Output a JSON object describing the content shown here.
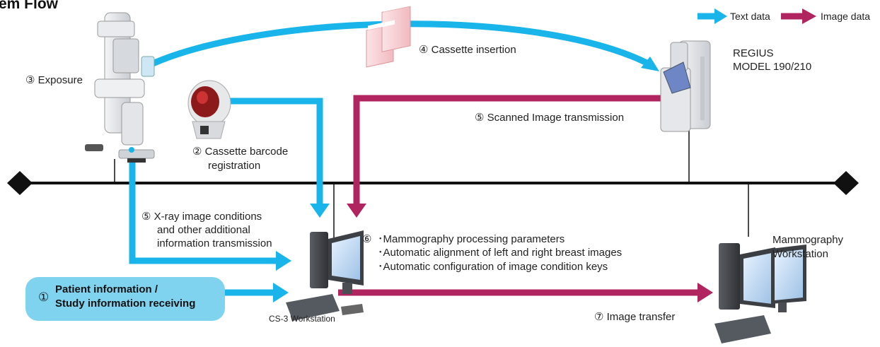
{
  "title": "em Flow",
  "legend": {
    "text_data": "Text data",
    "image_data": "Image data"
  },
  "colors": {
    "text_flow": "#19b4ea",
    "image_flow": "#b0245f",
    "network": "#111111",
    "pill": "#7fd3ef"
  },
  "labels": {
    "exposure": "③ Exposure",
    "cassette_insertion": "④ Cassette insertion",
    "regius_line1": "REGIUS",
    "regius_line2": "MODEL 190/210",
    "scanned": "⑤ Scanned Image transmission",
    "barcode_line1": "② Cassette barcode",
    "barcode_line2": "registration",
    "xray_line1": "⑤ X-ray image conditions",
    "xray_line2": "and other additional",
    "xray_line3": "information transmission",
    "proc_num": "⑥",
    "proc_1": "･Mammography processing parameters",
    "proc_2": "･Automatic alignment of left and right breast images",
    "proc_3": "･Automatic configuration of image condition keys",
    "mammo_ws_line1": "Mammography",
    "mammo_ws_line2": "Workstation",
    "image_transfer": "⑦ Image transfer",
    "cs3": "CS-3 Workstation",
    "patient_num": "①",
    "patient_line1": "Patient information /",
    "patient_line2": "Study information receiving"
  }
}
